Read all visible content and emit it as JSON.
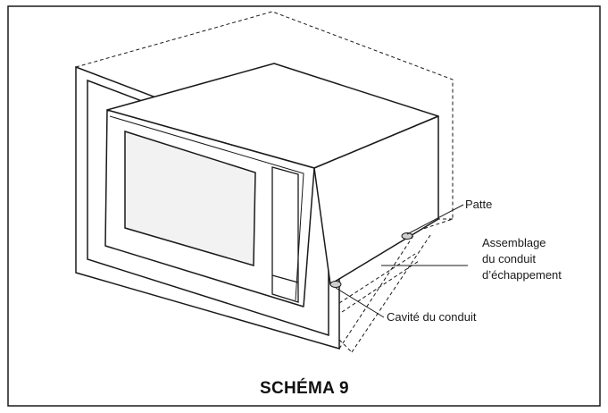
{
  "figure": {
    "title": "SCHÉMA 9",
    "labels": {
      "patte": "Patte",
      "assemblage_line1": "Assemblage",
      "assemblage_line2": "du conduit",
      "assemblage_line3": "d’échappement",
      "cavite": "Cavité du conduit"
    }
  },
  "colors": {
    "stroke": "#1a1a1a",
    "door_fill": "#f2f2f2",
    "foot_fill": "#cfcfcf"
  }
}
